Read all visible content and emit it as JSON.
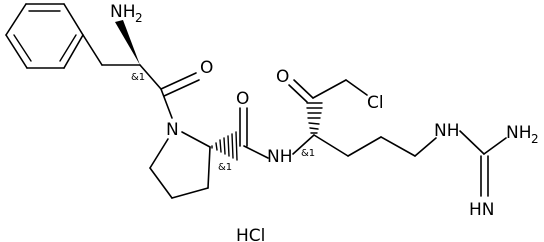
{
  "molecule": {
    "atoms": {
      "amine_N": "NH",
      "amine_sub": "2",
      "ketone_O_top": "O",
      "amide_O": "O",
      "ketone_O2": "O",
      "chloro": "Cl",
      "ring_N": "N",
      "amide_NH": "NH",
      "guan_NH": "NH",
      "guan_NH2": "NH",
      "guan_NH2_sub": "2",
      "guan_imine": "HN"
    },
    "stereo_labels": {
      "s1": "&1",
      "s2": "&1",
      "s3": "&1"
    },
    "salt": "HCl"
  }
}
